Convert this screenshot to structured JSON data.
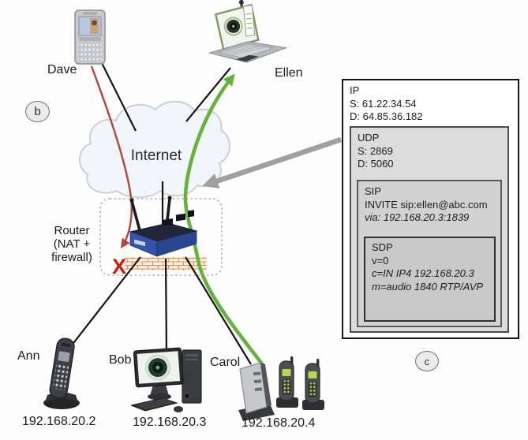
{
  "figure": {
    "markers": {
      "b": "b",
      "c": "c"
    }
  },
  "nodes": {
    "internet": {
      "label": "Internet"
    },
    "router": {
      "label_lines": [
        "Router",
        "(NAT +",
        "firewall)"
      ]
    },
    "dave": {
      "label": "Dave"
    },
    "ellen": {
      "label": "Ellen"
    },
    "ann": {
      "label": "Ann",
      "ip": "192.168.20.2"
    },
    "bob": {
      "label": "Bob",
      "ip": "192.168.20.3"
    },
    "carol": {
      "label": "Carol",
      "ip": "192.168.20.4"
    }
  },
  "edges": [
    {
      "from": "Dave",
      "to": "Internet",
      "style": "black"
    },
    {
      "from": "Ellen",
      "to": "Internet",
      "style": "black"
    },
    {
      "from": "Internet",
      "to": "Router",
      "style": "black"
    },
    {
      "from": "Router",
      "to": "Ann",
      "style": "black"
    },
    {
      "from": "Router",
      "to": "Bob",
      "style": "black"
    },
    {
      "from": "Router",
      "to": "Carol",
      "style": "black"
    }
  ],
  "flows": [
    {
      "path": "Dave to Router",
      "color": "red",
      "result": "blocked-at-firewall-x"
    },
    {
      "path": "Carol to Ellen",
      "color": "green",
      "result": "passes-through"
    }
  ],
  "packet": {
    "ip": {
      "title": "IP",
      "src": "S: 61.22.34.54",
      "dst": "D: 64.85.36.182"
    },
    "udp": {
      "title": "UDP",
      "src": "S: 2869",
      "dst": "D: 5060"
    },
    "sip": {
      "title": "SIP",
      "line1": "INVITE sip:ellen@abc.com",
      "line2": "via: 192.168.20.3:1839"
    },
    "sdp": {
      "title": "SDP",
      "line1": "v=0",
      "line2": "c=IN IP4 192.168.20.3",
      "line3": "m=audio 1840 RTP/AVP"
    }
  },
  "colors": {
    "blocked_red": "#b5443a",
    "allowed_green": "#67b23e",
    "callout_gray": "#a0a0a0",
    "packet_highlight_red": "#c2452f",
    "firewall_brick": "#dd9257"
  }
}
